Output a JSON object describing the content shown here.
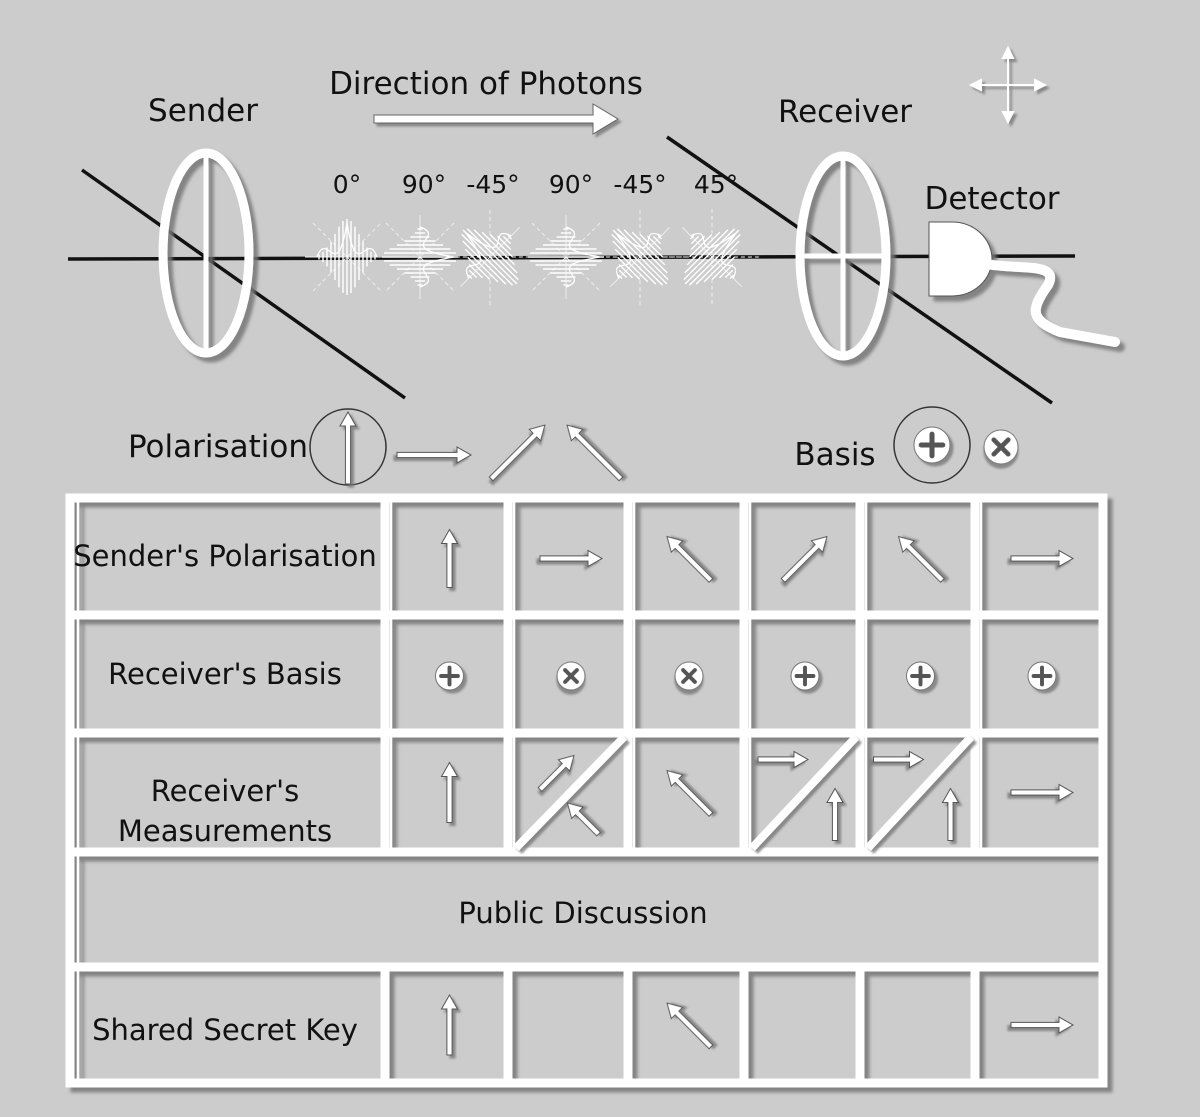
{
  "labels": {
    "sender": "Sender",
    "receiver": "Receiver",
    "direction": "Direction of Photons",
    "detector": "Detector",
    "polarisation": "Polarisation",
    "basis": "Basis"
  },
  "photon_angles": [
    "0°",
    "90°",
    "-45°",
    "90°",
    "-45°",
    "45°"
  ],
  "colors": {
    "background": "#cccccc",
    "frame": "#ffffff",
    "line": "#111111",
    "text": "#111111"
  },
  "legend": {
    "polarisations": [
      "up-arrow",
      "right-arrow",
      "diagonal-up-right-arrow",
      "diagonal-up-left-arrow"
    ],
    "bases": [
      "rectilinear-basis-icon",
      "diagonal-basis-icon"
    ]
  },
  "table": {
    "rows": [
      {
        "key": "sender_polarisation",
        "label": "Sender's Polarisation",
        "cells": [
          "up",
          "right",
          "up-left",
          "up-right",
          "up-left",
          "right"
        ]
      },
      {
        "key": "receiver_basis",
        "label": "Receiver's Basis",
        "cells": [
          "plus",
          "x",
          "x",
          "plus",
          "plus",
          "plus"
        ]
      },
      {
        "key": "receiver_measurements",
        "label_lines": [
          "Receiver's",
          "Measurements"
        ],
        "cells": [
          "up",
          "up-right|up-left",
          "up-left",
          "right|up",
          "right|up",
          "right"
        ]
      },
      {
        "key": "public_discussion",
        "label": "Public Discussion"
      },
      {
        "key": "shared_secret_key",
        "label": "Shared Secret Key",
        "cells": [
          "up",
          "",
          "up-left",
          "",
          "",
          "right"
        ]
      }
    ]
  }
}
